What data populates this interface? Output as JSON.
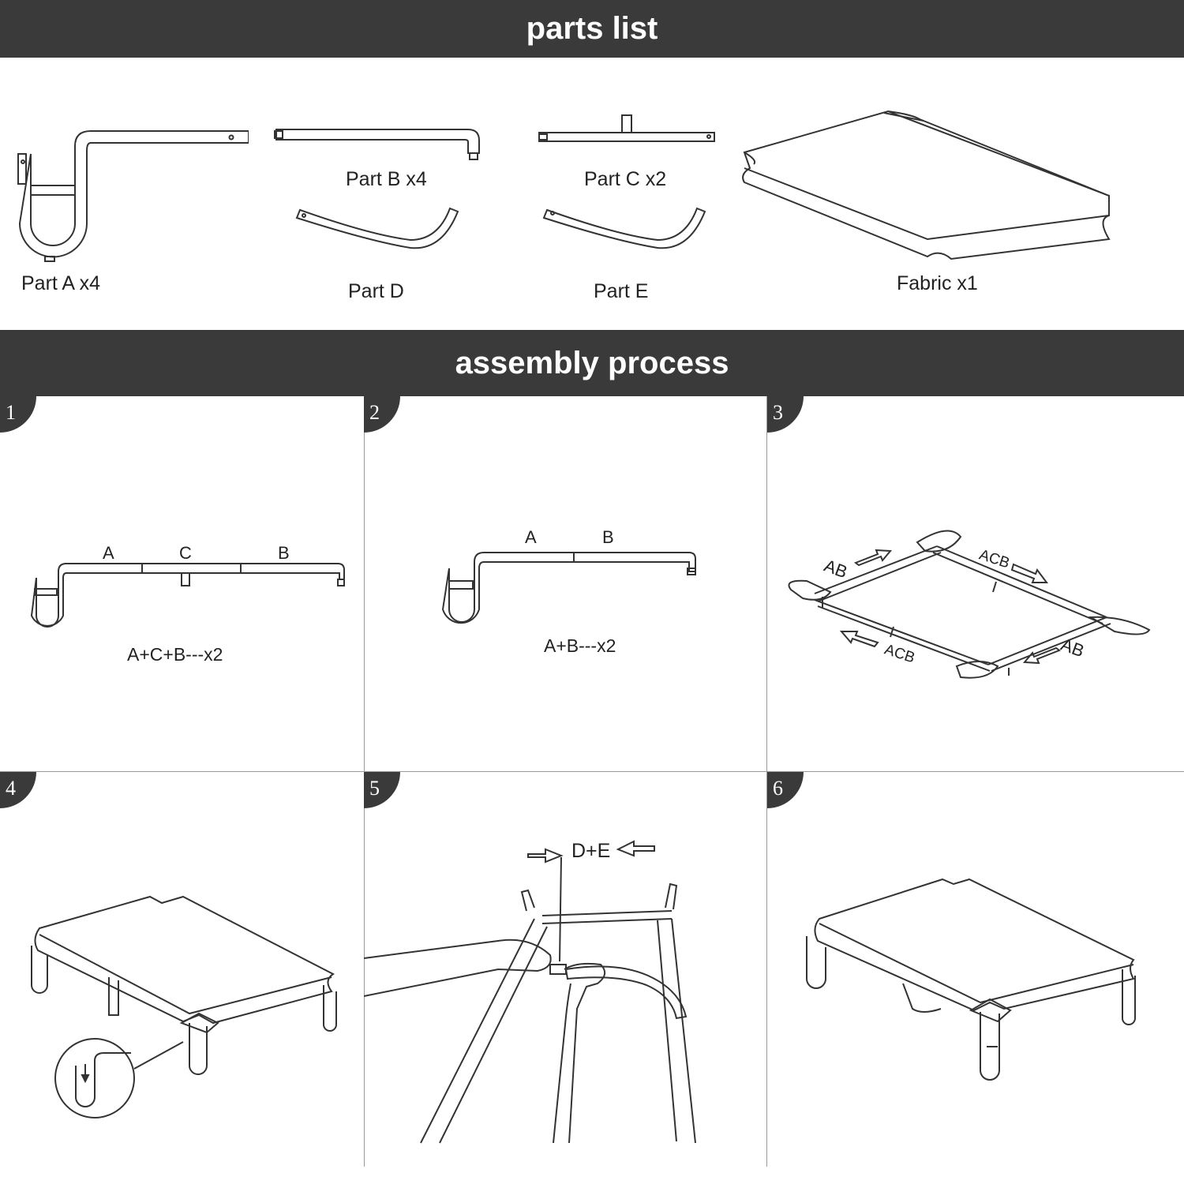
{
  "sections": {
    "parts_title": "parts list",
    "assembly_title": "assembly process"
  },
  "parts": [
    {
      "label": "Part A x4"
    },
    {
      "label": "Part B x4"
    },
    {
      "label": "Part C x2"
    },
    {
      "label": "Part D"
    },
    {
      "label": "Part E"
    },
    {
      "label": "Fabric x1"
    }
  ],
  "steps": [
    {
      "number": "1",
      "caption": "A+C+B---x2",
      "labels": [
        "A",
        "C",
        "B"
      ]
    },
    {
      "number": "2",
      "caption": "A+B---x2",
      "labels": [
        "A",
        "B"
      ]
    },
    {
      "number": "3",
      "labels": [
        "AB",
        "ACB",
        "ACB",
        "AB"
      ]
    },
    {
      "number": "4"
    },
    {
      "number": "5",
      "caption": "D+E"
    },
    {
      "number": "6"
    }
  ]
}
